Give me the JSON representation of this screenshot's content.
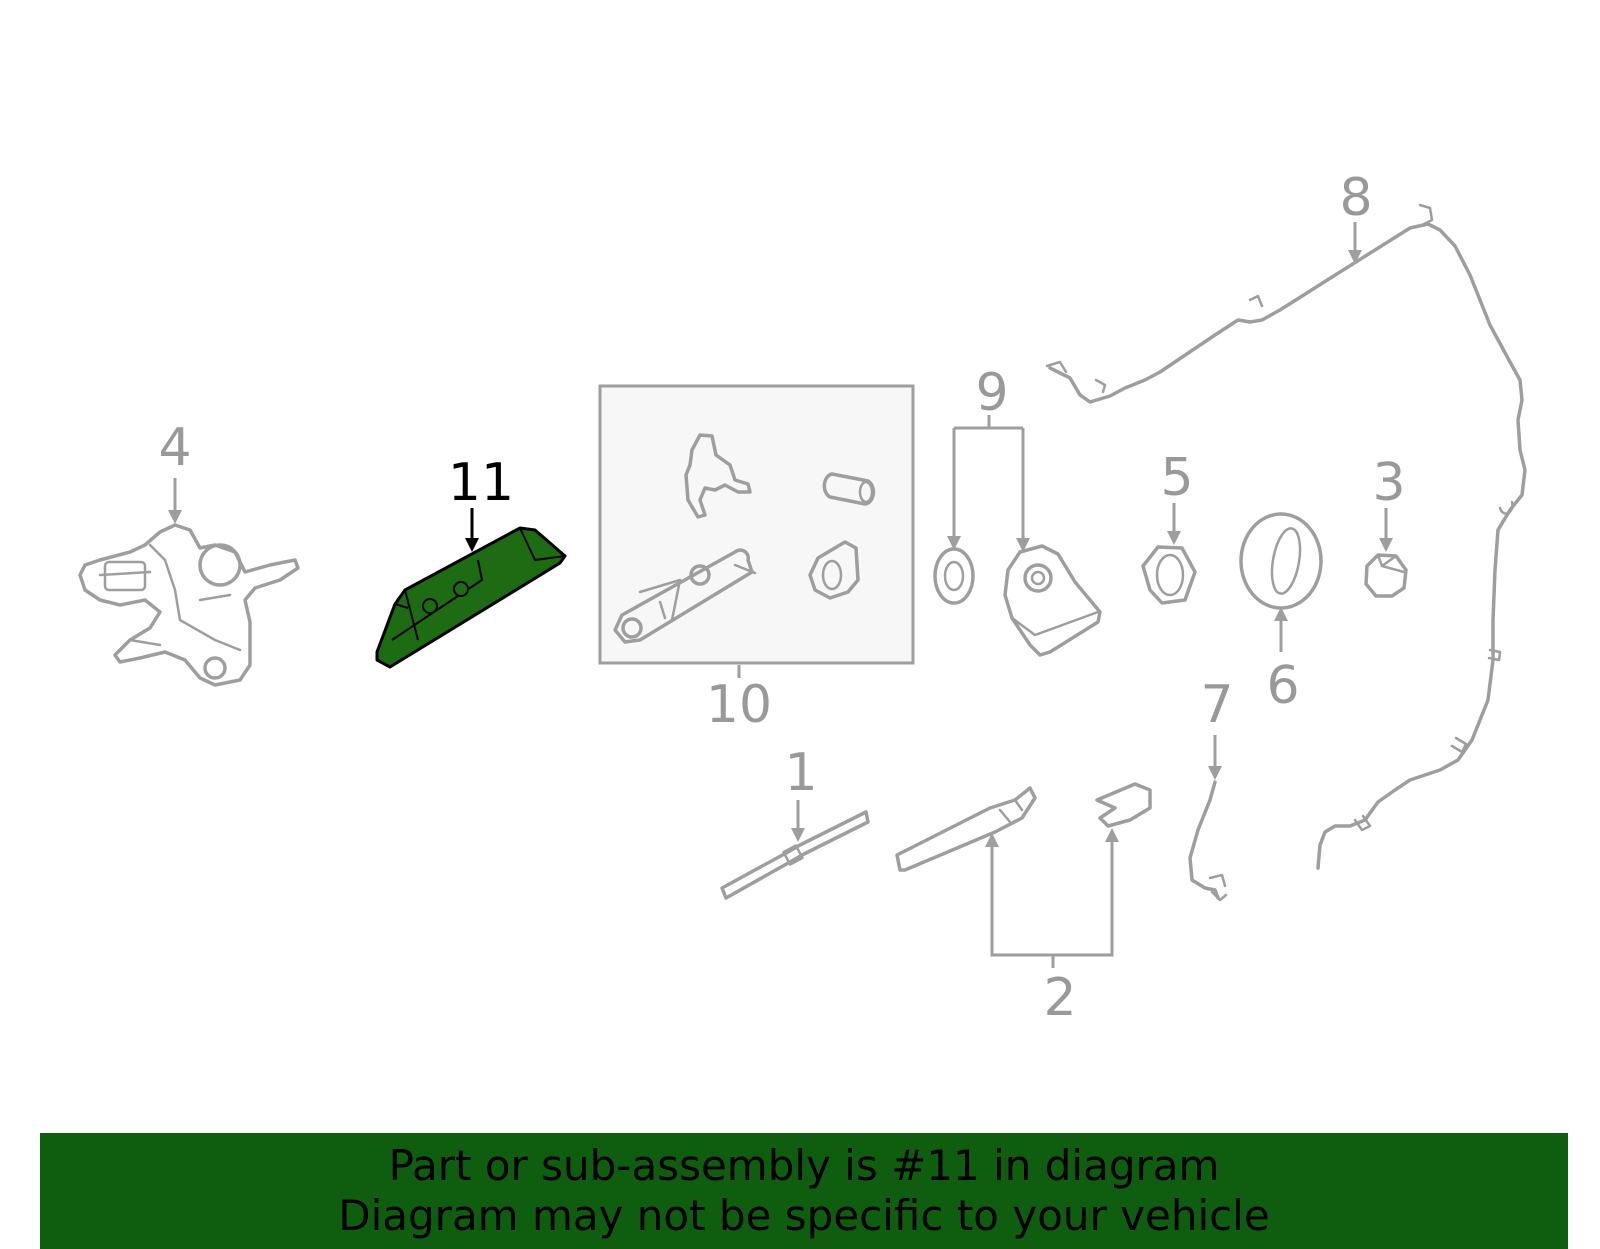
{
  "callouts": {
    "c1": "1",
    "c2": "2",
    "c3": "3",
    "c4": "4",
    "c5": "5",
    "c6": "6",
    "c7": "7",
    "c8": "8",
    "c9": "9",
    "c10": "10",
    "c11": "11"
  },
  "highlighted_part": "11",
  "colors": {
    "highlight_fill": "#1d6b12",
    "part_stroke": "#9e9e9e",
    "banner_bg": "#0f5e0f",
    "box_bg": "#f7f7f7"
  },
  "banner": {
    "line1": "Part or sub-assembly is #11 in diagram",
    "line2": "Diagram may not be specific to your vehicle"
  }
}
